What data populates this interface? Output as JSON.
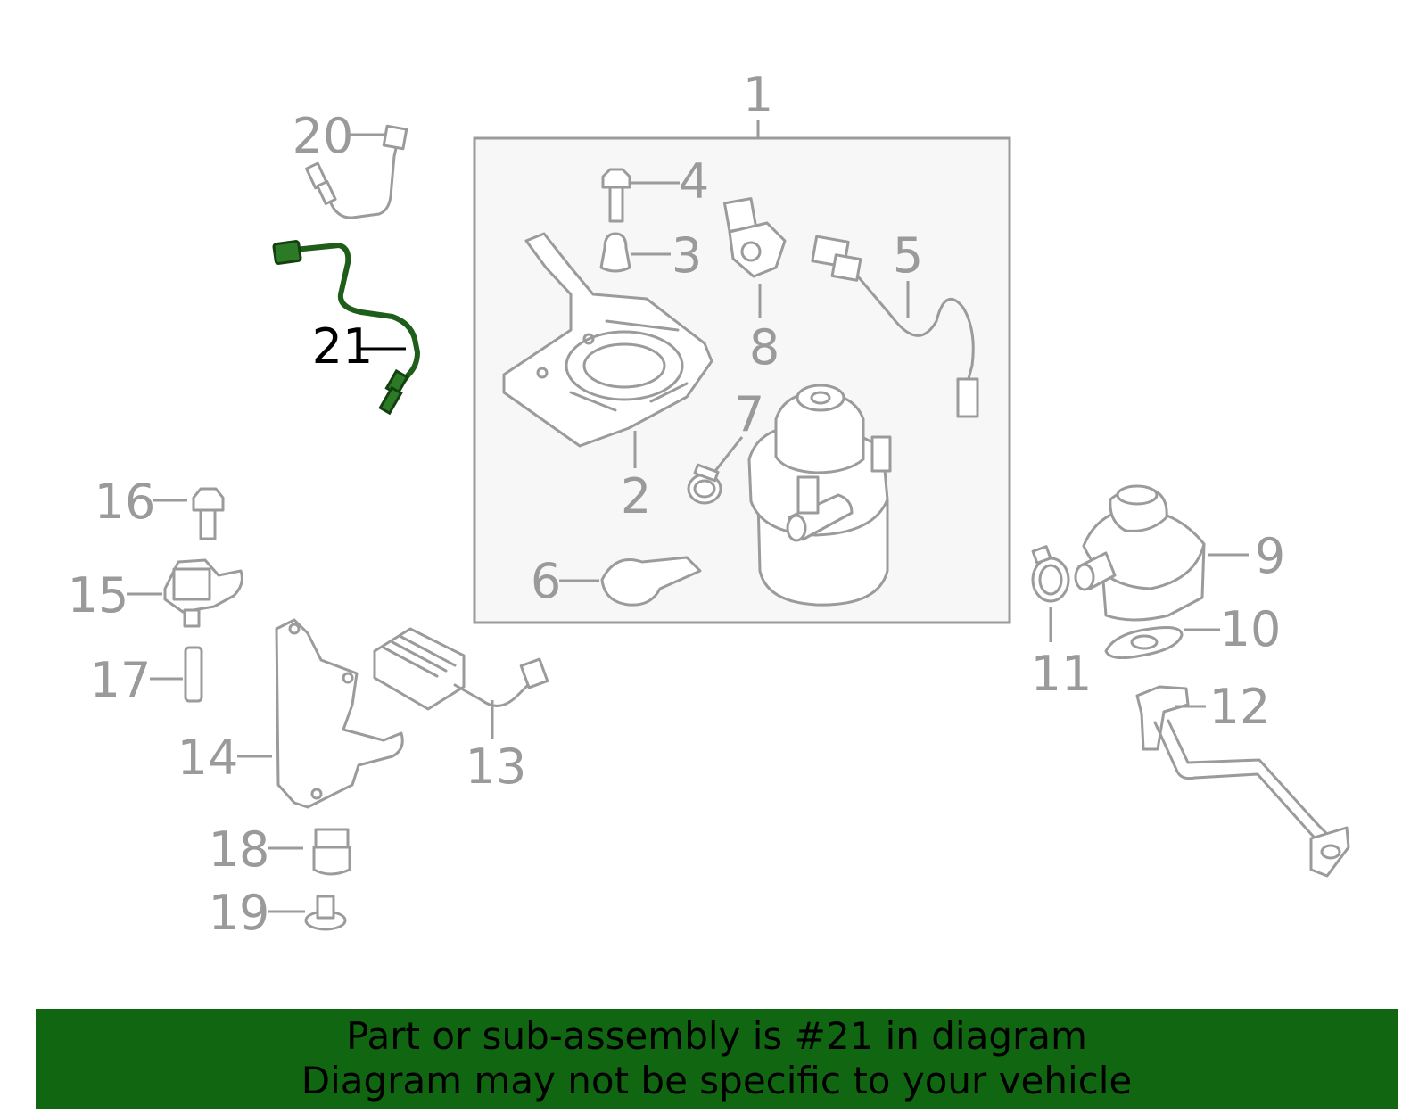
{
  "diagram": {
    "callouts": [
      {
        "id": "1",
        "label": "1"
      },
      {
        "id": "2",
        "label": "2"
      },
      {
        "id": "3",
        "label": "3"
      },
      {
        "id": "4",
        "label": "4"
      },
      {
        "id": "5",
        "label": "5"
      },
      {
        "id": "6",
        "label": "6"
      },
      {
        "id": "7",
        "label": "7"
      },
      {
        "id": "8",
        "label": "8"
      },
      {
        "id": "9",
        "label": "9"
      },
      {
        "id": "10",
        "label": "10"
      },
      {
        "id": "11",
        "label": "11"
      },
      {
        "id": "12",
        "label": "12"
      },
      {
        "id": "13",
        "label": "13"
      },
      {
        "id": "14",
        "label": "14"
      },
      {
        "id": "15",
        "label": "15"
      },
      {
        "id": "16",
        "label": "16"
      },
      {
        "id": "17",
        "label": "17"
      },
      {
        "id": "18",
        "label": "18"
      },
      {
        "id": "19",
        "label": "19"
      },
      {
        "id": "20",
        "label": "20"
      },
      {
        "id": "21",
        "label": "21",
        "highlighted": true
      }
    ],
    "highlight_color": "#2c7a25"
  },
  "banner": {
    "line1": "Part or sub-assembly is #21 in diagram",
    "line2": "Diagram may not be specific to your vehicle",
    "background": "#116611"
  }
}
